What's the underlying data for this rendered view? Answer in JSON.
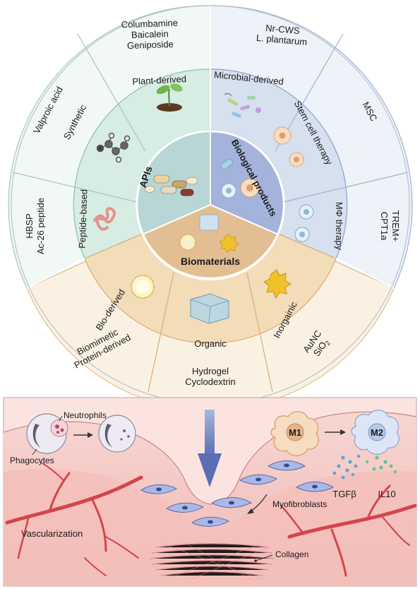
{
  "wheel": {
    "apis_label": "APIs",
    "biological_label": "Biological products",
    "biomaterials_label": "Biomaterials",
    "plant_derived": "Plant-derived",
    "synthetic": "Synthetic",
    "peptide_based": "Peptide-based",
    "microbial_derived": "Microbial-derived",
    "stem_cell_therapy": "Stem cell therapy",
    "mphi_therapy": "MΦ therapy",
    "bio_derived": "Bio-derived",
    "organic": "Organic",
    "inorganic": "Inorgainic",
    "plant_examples": [
      "Columbamine",
      "Baicalein",
      "Geniposide"
    ],
    "synthetic_examples": [
      "Valproic acid"
    ],
    "peptide_examples": [
      "HBSP",
      "Ac-26 peptide"
    ],
    "microbial_examples": [
      "Nr-CWS",
      "L. plantarum"
    ],
    "stem_examples": [
      "MSC"
    ],
    "mphi_examples": [
      "CPT1a",
      "TREM+"
    ],
    "bio_examples": [
      "Biomimetic",
      "Protein-derived"
    ],
    "organic_examples": [
      "Hydrogel",
      "Cyclodextrin"
    ],
    "inorganic_examples": [
      "AuNC",
      "SiO",
      "2"
    ]
  },
  "wound": {
    "neutrophils": "Neutrophils",
    "phagocytes": "Phagocytes",
    "m1": "M1",
    "m2": "M2",
    "tgfb": "TGFβ",
    "il10": "IL10",
    "myofibroblasts": "Myofibroblasts",
    "vascularization": "Vascularization",
    "collagen": "Collagen"
  },
  "colors": {
    "apis_inner": "#b8d6d6",
    "apis_mid": "#d7ece2",
    "bio_inner": "#a3b3dc",
    "bio_mid": "#d6e0ee",
    "mat_inner": "#e2be92",
    "mat_mid": "#f3dcb8",
    "skin": "#f3c4c0",
    "vessel": "#d4444a"
  }
}
